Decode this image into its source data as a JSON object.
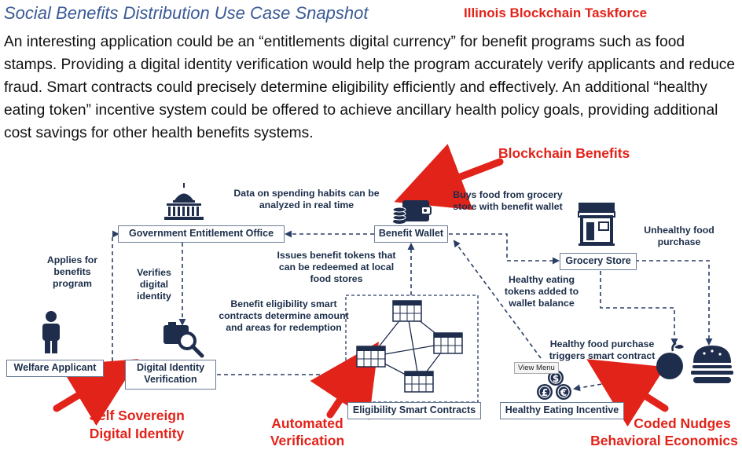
{
  "header": {
    "title": "Social Benefits Distribution Use Case Snapshot",
    "organization": "Illinois Blockchain Taskforce"
  },
  "intro": {
    "text": "An interesting application could be an “entitlements digital currency” for benefit programs such as food stamps. Providing a digital identity verification would help the program accurately verify applicants and reduce fraud. Smart contracts could precisely determine eligibility efficiently and effectively. An additional “healthy eating token” incentive system could be offered to achieve ancillary health policy goals, providing additional cost savings for other health benefits systems."
  },
  "diagram": {
    "nodes": {
      "government_office": "Government Entitlement Office",
      "benefit_wallet": "Benefit Wallet",
      "grocery_store": "Grocery Store",
      "welfare_applicant": "Welfare Applicant",
      "digital_identity": "Digital Identity Verification",
      "eligibility_contracts": "Eligibility Smart Contracts",
      "healthy_incentive": "Healthy Eating Incentive"
    },
    "notes": {
      "spending_data": "Data on spending habits can be analyzed in real time",
      "buys_food": "Buys food from grocery store with benefit wallet",
      "unhealthy_purchase": "Unhealthy food purchase",
      "applies": "Applies for benefits program",
      "verifies": "Verifies digital identity",
      "issues_tokens": "Issues benefit tokens that can be redeemed at local food stores",
      "eligibility_contracts_note": "Benefit eligibility smart contracts determine amount and areas for redemption",
      "healthy_tokens": "Healthy eating tokens added to wallet balance",
      "healthy_purchase": "Healthy food purchase triggers smart contract"
    },
    "icons": {
      "government": "capitol-building-icon",
      "wallet": "wallet-icon",
      "store": "storefront-icon",
      "person": "person-icon",
      "camera": "camera-search-icon",
      "contracts": "calendar-network-icon",
      "coins": "coins-currency-icon",
      "apple": "apple-icon",
      "burger": "burger-icon"
    },
    "colors": {
      "arrow_red": "#e2231a",
      "node_text": "#1c2e4a",
      "icon_navy": "#1f2d4d",
      "title_blue": "#3a5a96"
    }
  },
  "annotations": {
    "blockchain_benefits": "Blockchain Benefits",
    "self_sovereign_line1": "Self Sovereign",
    "self_sovereign_line2": "Digital Identity",
    "automated_line1": "Automated",
    "automated_line2": "Verification",
    "coded_nudges": "Coded Nudges",
    "behavioral_economics": "Behavioral Economics"
  },
  "tooltip": {
    "label": "View Menu"
  }
}
